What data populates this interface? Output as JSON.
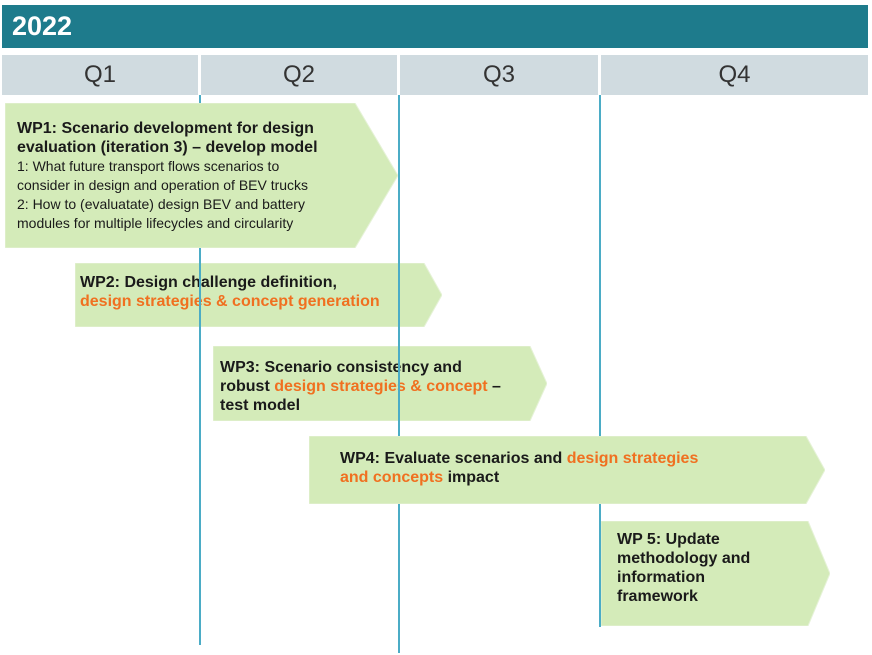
{
  "year": "2022",
  "quarters": [
    "Q1",
    "Q2",
    "Q3",
    "Q4"
  ],
  "colors": {
    "header": "#1e7b8c",
    "quarter_bg": "#d0dbe0",
    "gridline": "#4bacc6",
    "arrow_fill": "#d4ebb9",
    "highlight": "#f07020"
  },
  "work_packages": [
    {
      "id": "wp1",
      "lines": [
        {
          "style": "b",
          "segments": [
            {
              "text": "WP1: Scenario development for design"
            }
          ]
        },
        {
          "style": "b",
          "segments": [
            {
              "text": "evaluation (iteration 3) – develop model"
            }
          ]
        },
        {
          "style": "sub",
          "segments": [
            {
              "text": "1: What future transport flows scenarios to"
            }
          ]
        },
        {
          "style": "sub",
          "segments": [
            {
              "text": "consider in design and operation of BEV trucks"
            }
          ]
        },
        {
          "style": "sub",
          "segments": [
            {
              "text": "2: How to (evaluatate) design BEV and battery"
            }
          ]
        },
        {
          "style": "sub",
          "segments": [
            {
              "text": "modules for multiple lifecycles and circularity"
            }
          ]
        }
      ]
    },
    {
      "id": "wp2",
      "lines": [
        {
          "style": "b",
          "segments": [
            {
              "text": "WP2: Design challenge definition,"
            }
          ]
        },
        {
          "style": "b",
          "segments": [
            {
              "text": "design strategies & concept generation",
              "highlight": true
            }
          ]
        }
      ]
    },
    {
      "id": "wp3",
      "lines": [
        {
          "style": "b",
          "segments": [
            {
              "text": "WP3: Scenario consistency and"
            }
          ]
        },
        {
          "style": "b",
          "segments": [
            {
              "text": "robust "
            },
            {
              "text": "design strategies & concept",
              "highlight": true
            },
            {
              "text": " –"
            }
          ]
        },
        {
          "style": "b",
          "segments": [
            {
              "text": "test model"
            }
          ]
        }
      ]
    },
    {
      "id": "wp4",
      "lines": [
        {
          "style": "b",
          "segments": [
            {
              "text": "WP4: Evaluate  scenarios and "
            },
            {
              "text": "design strategies",
              "highlight": true
            }
          ]
        },
        {
          "style": "b",
          "segments": [
            {
              "text": "and concepts",
              "highlight": true
            },
            {
              "text": " impact"
            }
          ]
        }
      ]
    },
    {
      "id": "wp5",
      "lines": [
        {
          "style": "b",
          "segments": [
            {
              "text": "WP 5: Update"
            }
          ]
        },
        {
          "style": "b",
          "segments": [
            {
              "text": "methodology and"
            }
          ]
        },
        {
          "style": "b",
          "segments": [
            {
              "text": "information"
            }
          ]
        },
        {
          "style": "b",
          "segments": [
            {
              "text": "framework"
            }
          ]
        }
      ]
    }
  ]
}
